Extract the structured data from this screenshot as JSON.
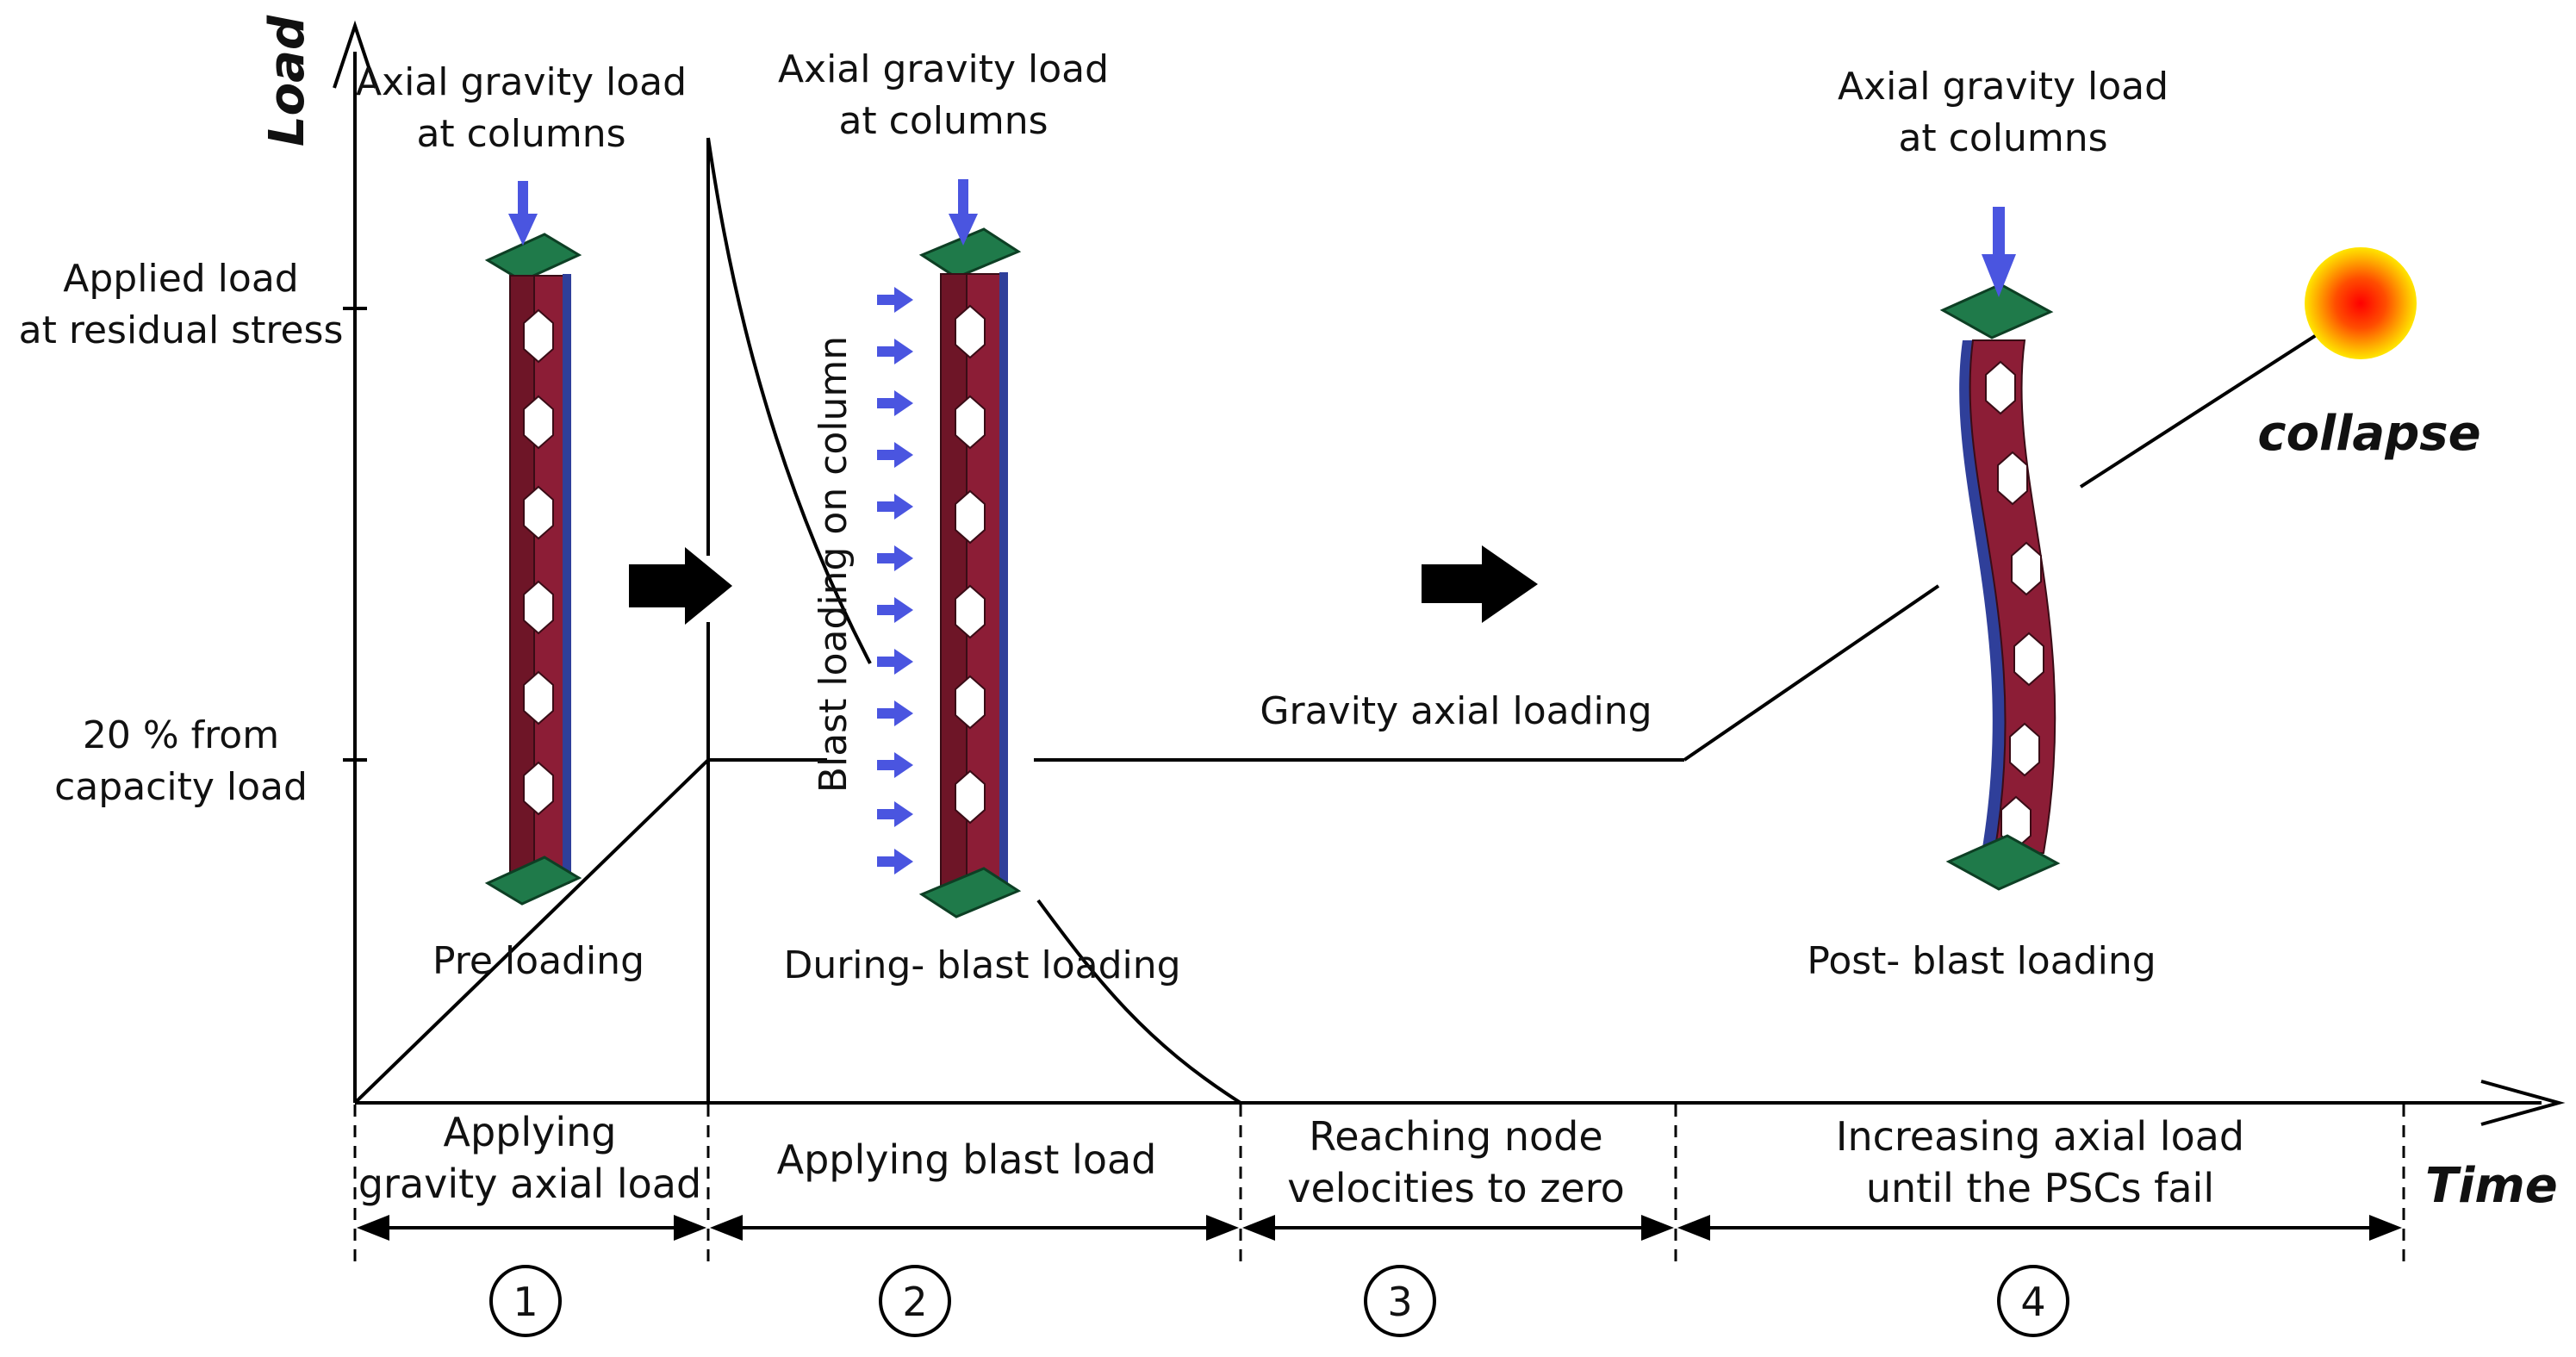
{
  "axes": {
    "y_title": "Load",
    "x_title": "Time",
    "y_ticks": [
      {
        "line1": "Applied load",
        "line2": "at residual stress"
      },
      {
        "line1": "20 %  from",
        "line2": "capacity load"
      }
    ]
  },
  "callouts": {
    "axial_1": {
      "line1": "Axial gravity load",
      "line2": "at columns"
    },
    "axial_2": {
      "line1": "Axial gravity load",
      "line2": "at columns"
    },
    "axial_3": {
      "line1": "Axial gravity load",
      "line2": "at columns"
    },
    "blast_vertical": "Blast loading on column",
    "gravity_axial": "Gravity axial loading",
    "collapse": "collapse"
  },
  "column_labels": {
    "pre": "Pre loading",
    "during": "During- blast loading",
    "post": "Post- blast loading"
  },
  "stages": [
    {
      "number": "1",
      "line1": "Applying",
      "line2": "gravity axial load"
    },
    {
      "number": "2",
      "line1": "Applying blast load",
      "line2": ""
    },
    {
      "number": "3",
      "line1": "Reaching node",
      "line2": "velocities to zero"
    },
    {
      "number": "4",
      "line1": "Increasing axial load",
      "line2": "until the PSCs fail"
    }
  ],
  "colors": {
    "column_web": "#8c1d36",
    "column_flange": "#2f3f9a",
    "plate": "#1f7a4a",
    "load_arrow": "#4a55e0",
    "collapse_outer": "#ffe600",
    "collapse_inner": "#ff0000"
  }
}
